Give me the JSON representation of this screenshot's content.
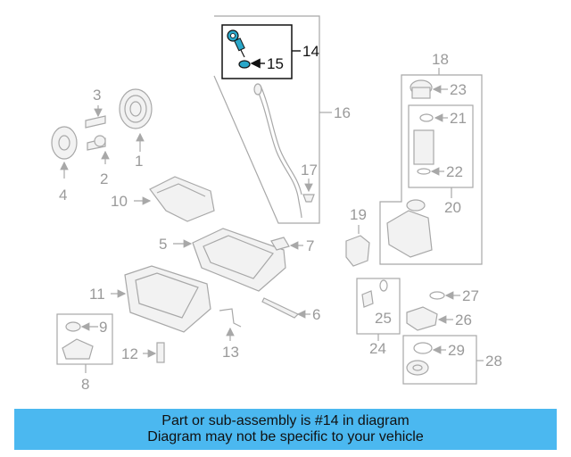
{
  "banner": {
    "line1": "Part or sub-assembly is #14 in diagram",
    "line2": "Diagram may not be specific to your vehicle"
  },
  "callouts": {
    "c1": "1",
    "c2": "2",
    "c3": "3",
    "c4": "4",
    "c5": "5",
    "c6": "6",
    "c7": "7",
    "c8": "8",
    "c9": "9",
    "c10": "10",
    "c11": "11",
    "c12": "12",
    "c13": "13",
    "c14": "14",
    "c15": "15",
    "c16": "16",
    "c17": "17",
    "c18": "18",
    "c19": "19",
    "c20": "20",
    "c21": "21",
    "c22": "22",
    "c23": "23",
    "c24": "24",
    "c25": "25",
    "c26": "26",
    "c27": "27",
    "c28": "28",
    "c29": "29"
  },
  "highlight": {
    "part_number": "14",
    "color": "#2aa7c9",
    "banner_color": "#4bb8f0"
  }
}
